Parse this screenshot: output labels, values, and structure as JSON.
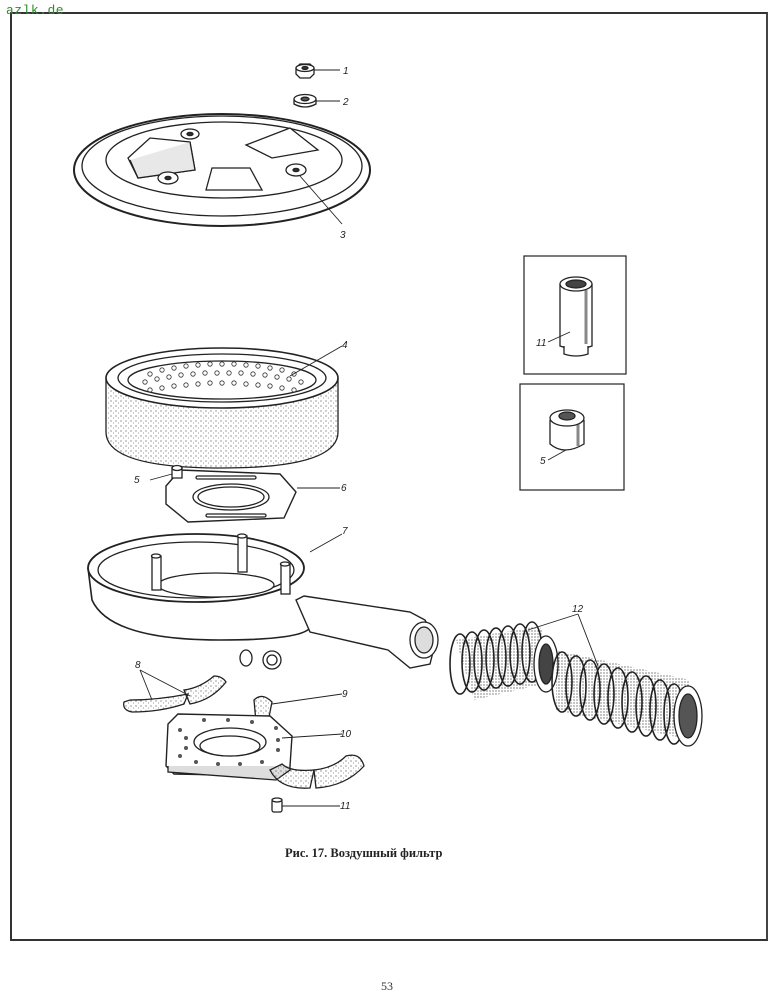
{
  "watermark": "azlk.de",
  "figure": {
    "caption": "Рис. 17. Воздушный фильтр",
    "callouts": {
      "c1": "1",
      "c2": "2",
      "c3": "3",
      "c4": "4",
      "c5": "5",
      "c6": "6",
      "c7": "7",
      "c8": "8",
      "c9": "9",
      "c10": "10",
      "c11": "11",
      "c12": "12",
      "inset_c11": "11",
      "inset_c5": "5"
    },
    "parts": [
      {
        "number": "1",
        "icon": "nut-icon"
      },
      {
        "number": "2",
        "icon": "washer-icon"
      },
      {
        "number": "3",
        "icon": "filter-cover-icon"
      },
      {
        "number": "4",
        "icon": "filter-element-icon"
      },
      {
        "number": "5",
        "icon": "cap-nut-icon"
      },
      {
        "number": "6",
        "icon": "gasket-plate-icon"
      },
      {
        "number": "7",
        "icon": "filter-housing-icon"
      },
      {
        "number": "8",
        "icon": "hose-icon"
      },
      {
        "number": "9",
        "icon": "hose-icon"
      },
      {
        "number": "10",
        "icon": "flange-gasket-icon"
      },
      {
        "number": "11",
        "icon": "sleeve-icon"
      },
      {
        "number": "12",
        "icon": "corrugated-hose-icon"
      }
    ]
  },
  "page_number": "53"
}
